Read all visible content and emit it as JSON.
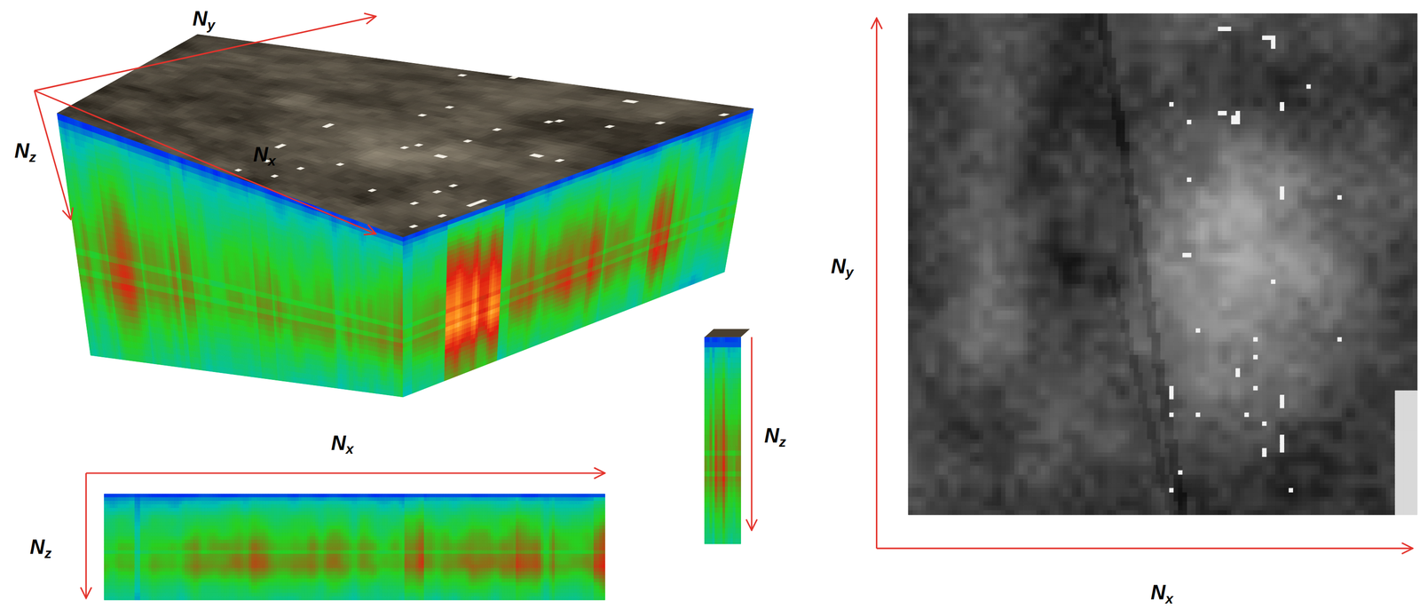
{
  "diagram": {
    "labels": [
      "Ny",
      "Nz",
      "Nx",
      "Nx",
      "Nz",
      "Nz",
      "Ny",
      "Nx"
    ]
  }
}
